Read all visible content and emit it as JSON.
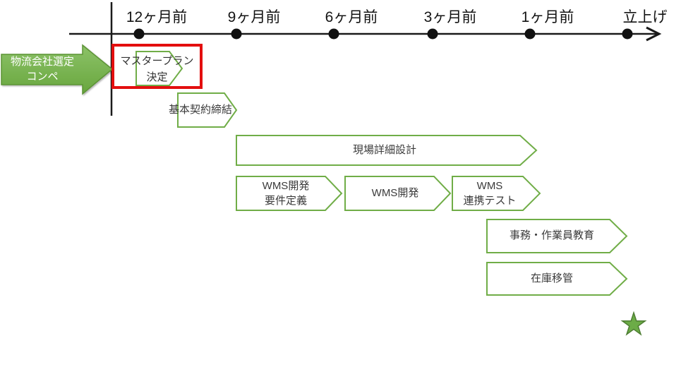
{
  "slide": {
    "colors": {
      "accent_green": "#70AD47",
      "accent_green_dark": "#548235",
      "highlight_red": "#E30E0E",
      "axis_black": "#1A1A1A"
    }
  },
  "timeline": {
    "milestones": [
      {
        "label": "12ヶ月前"
      },
      {
        "label": "9ヶ月前"
      },
      {
        "label": "6ヶ月前"
      },
      {
        "label": "3ヶ月前"
      },
      {
        "label": "1ヶ月前"
      },
      {
        "label": "立上げ"
      }
    ]
  },
  "kickoff": {
    "label": "物流会社選定\nコンペ"
  },
  "master_plan": {
    "label": "マスタープラン\n決定"
  },
  "tasks": [
    {
      "label": "基本契約締結"
    },
    {
      "label": "現場詳細設計"
    },
    {
      "label": "WMS開発\n要件定義"
    },
    {
      "label": "WMS開発"
    },
    {
      "label": "WMS\n連携テスト"
    },
    {
      "label": "事務・作業員教育"
    },
    {
      "label": "在庫移管"
    }
  ]
}
